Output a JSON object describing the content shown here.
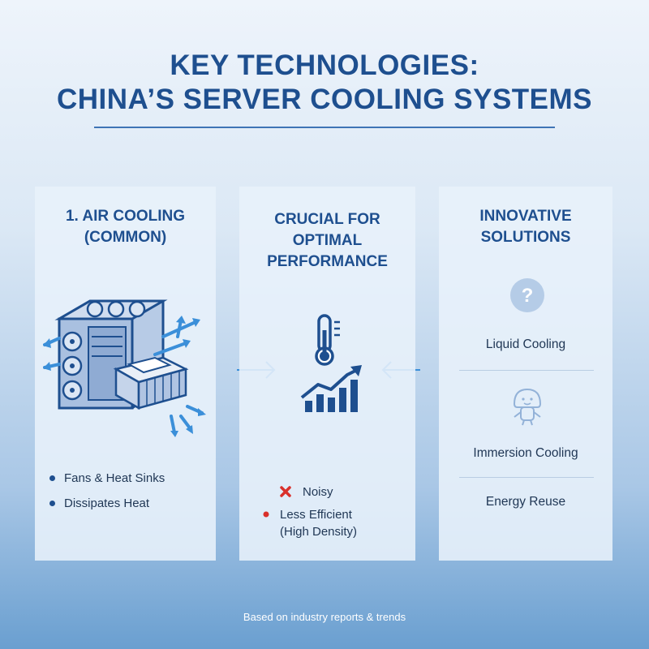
{
  "title": {
    "line1": "KEY TECHNOLOGIES:",
    "line2": "CHINA’S SERVER COOLING SYSTEMS"
  },
  "panels": {
    "air": {
      "heading_line1": "1. AIR COOLING",
      "heading_line2": "(COMMON)",
      "bullets": [
        "Fans & Heat Sinks",
        "Dissipates Heat"
      ]
    },
    "crucial": {
      "heading_line1": "CRUCIAL FOR",
      "heading_line2": "OPTIMAL",
      "heading_line3": "PERFORMANCE",
      "cons": [
        {
          "icon": "x-mark-icon",
          "text": "Noisy"
        },
        {
          "icon": "red-dot-icon",
          "text_line1": "Less Efficient",
          "text_line2": "(High Density)"
        }
      ]
    },
    "innovative": {
      "heading_line1": "INNOVATIVE",
      "heading_line2": "SOLUTIONS",
      "items": [
        "Liquid Cooling",
        "Immersion Cooling",
        "Energy Reuse"
      ],
      "icons": [
        "question-icon",
        "mushroom-character-icon"
      ]
    }
  },
  "icons": [
    "server-fan-unit-icon",
    "thermometer-icon",
    "growth-chart-icon",
    "chevron-right-icon",
    "chevron-left-icon"
  ],
  "colors": {
    "accent": "#1e4f8f",
    "arrow": "#3b8fd9",
    "negative": "#d9302b"
  },
  "footnote": "Based on industry reports & trends"
}
